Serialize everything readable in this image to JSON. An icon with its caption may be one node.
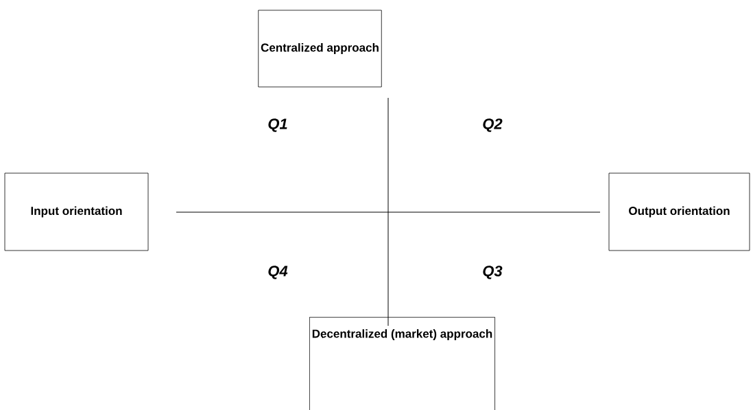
{
  "diagram": {
    "nodes": [
      {
        "text": [
          "Centralized approach"
        ]
      },
      {
        "text": [
          "Input orientation"
        ]
      },
      {
        "text": [
          "Output orientation"
        ]
      },
      {
        "text": [
          "Decentralized (market) approach"
        ]
      }
    ],
    "labels": [
      "Q1",
      "Q2",
      "Q4",
      "Q3"
    ]
  }
}
